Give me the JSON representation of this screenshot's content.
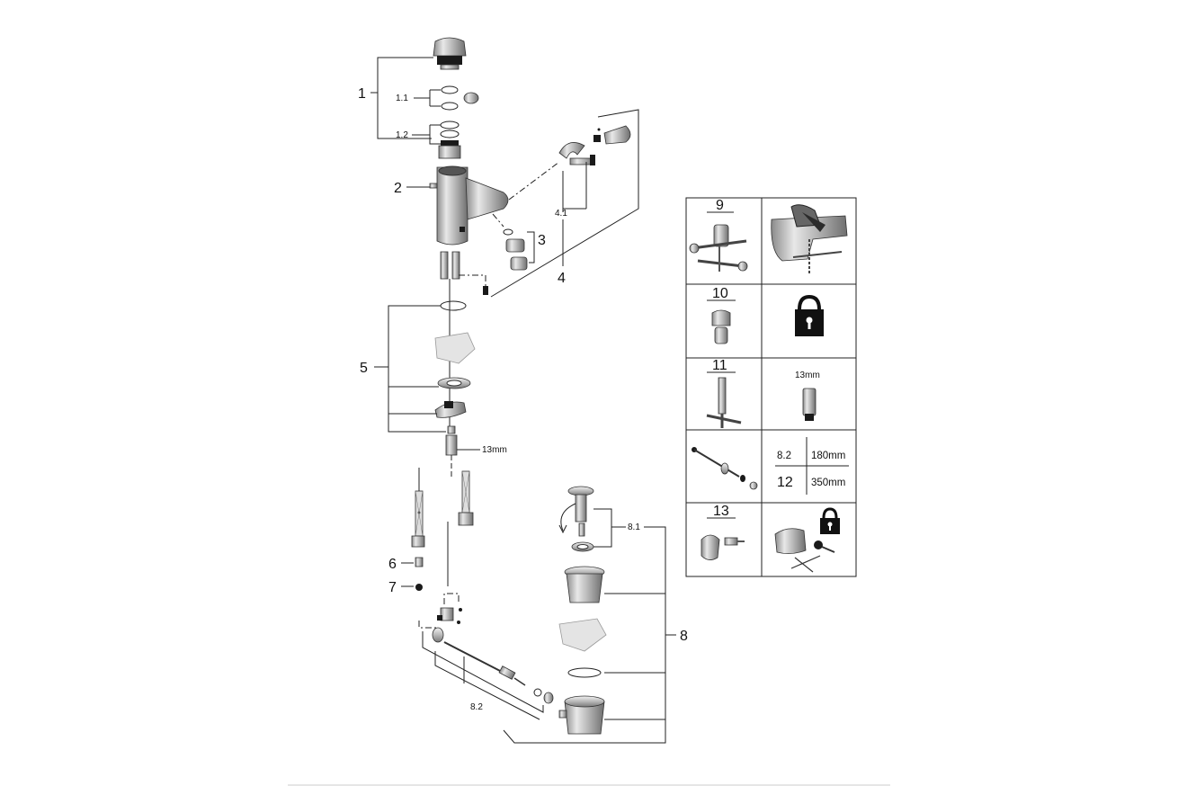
{
  "diagram": {
    "callouts": {
      "c1": "1",
      "c1_1": "1.1",
      "c1_2": "1.2",
      "c2": "2",
      "c3": "3",
      "c4": "4",
      "c4_1": "4.1",
      "c5": "5",
      "c6": "6",
      "c7": "7",
      "c8": "8",
      "c8_1": "8.1",
      "c8_2": "8.2",
      "wrench_size": "13mm"
    },
    "tools_panel": {
      "r9": "9",
      "r10": "10",
      "r11": "11",
      "r11_size": "13mm",
      "r12_row1_code": "8.2",
      "r12_row1_len": "180mm",
      "r12_row2_code": "12",
      "r12_row2_len": "350mm",
      "r13": "13"
    }
  }
}
